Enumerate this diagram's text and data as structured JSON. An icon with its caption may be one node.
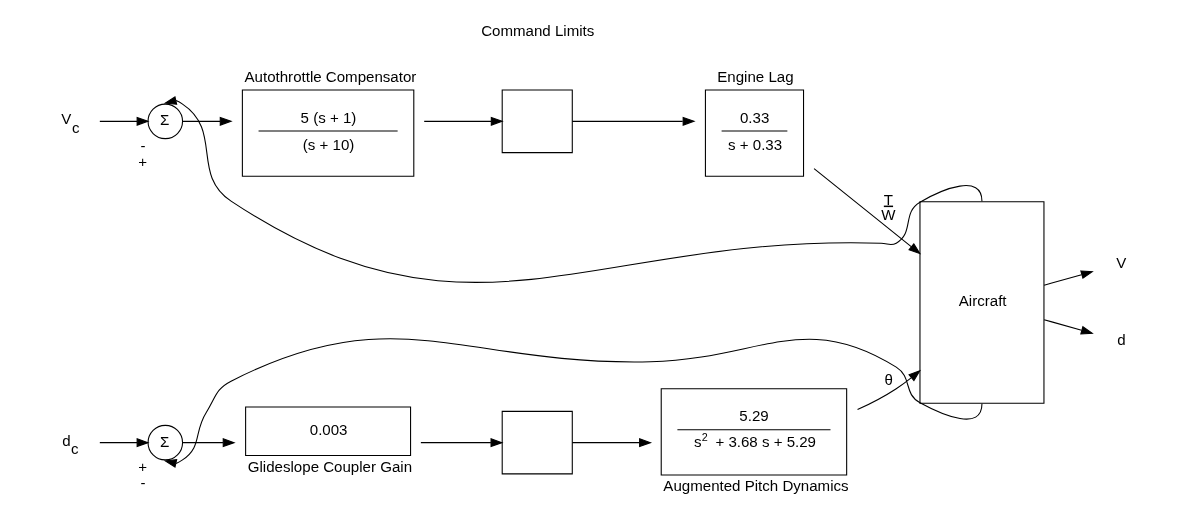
{
  "diagram": {
    "nodes": [
      {
        "text": [
          "V$_{c}$"
        ]
      },
      {
        "text": [
          "Σ"
        ],
        "beside": [
          "-",
          "+"
        ]
      },
      {
        "text": [
          "Autothrottle Compensator",
          "5 (s + 1)",
          "(s + 10)"
        ]
      },
      {
        "text": [],
        "shape": "box"
      },
      {
        "text": [
          "Engine Lag",
          "0.33",
          "s + 0.33"
        ]
      },
      {
        "text": [
          "Aircraft"
        ]
      },
      {
        "text": [
          "V"
        ]
      },
      {
        "text": [
          "d$_{c}$"
        ]
      },
      {
        "text": [
          "Σ"
        ],
        "beside": [
          "+",
          "-"
        ]
      },
      {
        "text": [
          "0.003",
          "Glideslope Coupler Gain"
        ]
      },
      {
        "text": [],
        "shape": "box"
      },
      {
        "text": [
          "5.29",
          "s$^{2}$ + 3.68 s + 5.29",
          "Augmented Pitch Dynamics"
        ]
      },
      {
        "text": [
          "d"
        ]
      }
    ],
    "edges": [
      {
        "from": 0,
        "to": 1,
        "arrow": "to"
      },
      {
        "from": 1,
        "to": 2,
        "arrow": "to"
      },
      {
        "from": 2,
        "to": 3,
        "arrow": "to"
      },
      {
        "from": 3,
        "to": 4,
        "arrow": "to"
      },
      {
        "from": 4,
        "to": 5,
        "arrow": "to",
        "label": "T W"
      },
      {
        "from": 5,
        "to": 6,
        "arrow": "to"
      },
      {
        "from": 5,
        "to": 1,
        "arrow": "to"
      },
      {
        "from": 7,
        "to": 8,
        "arrow": "to"
      },
      {
        "from": 8,
        "to": 9,
        "arrow": "to"
      },
      {
        "from": 9,
        "to": 10,
        "arrow": "to"
      },
      {
        "from": 10,
        "to": 11,
        "arrow": "to"
      },
      {
        "from": 11,
        "to": 5,
        "arrow": "to",
        "label": "θ"
      },
      {
        "from": 5,
        "to": 12,
        "arrow": "to"
      },
      {
        "from": 5,
        "to": 8,
        "arrow": "to"
      }
    ],
    "labels": [
      "Command Limits"
    ]
  }
}
